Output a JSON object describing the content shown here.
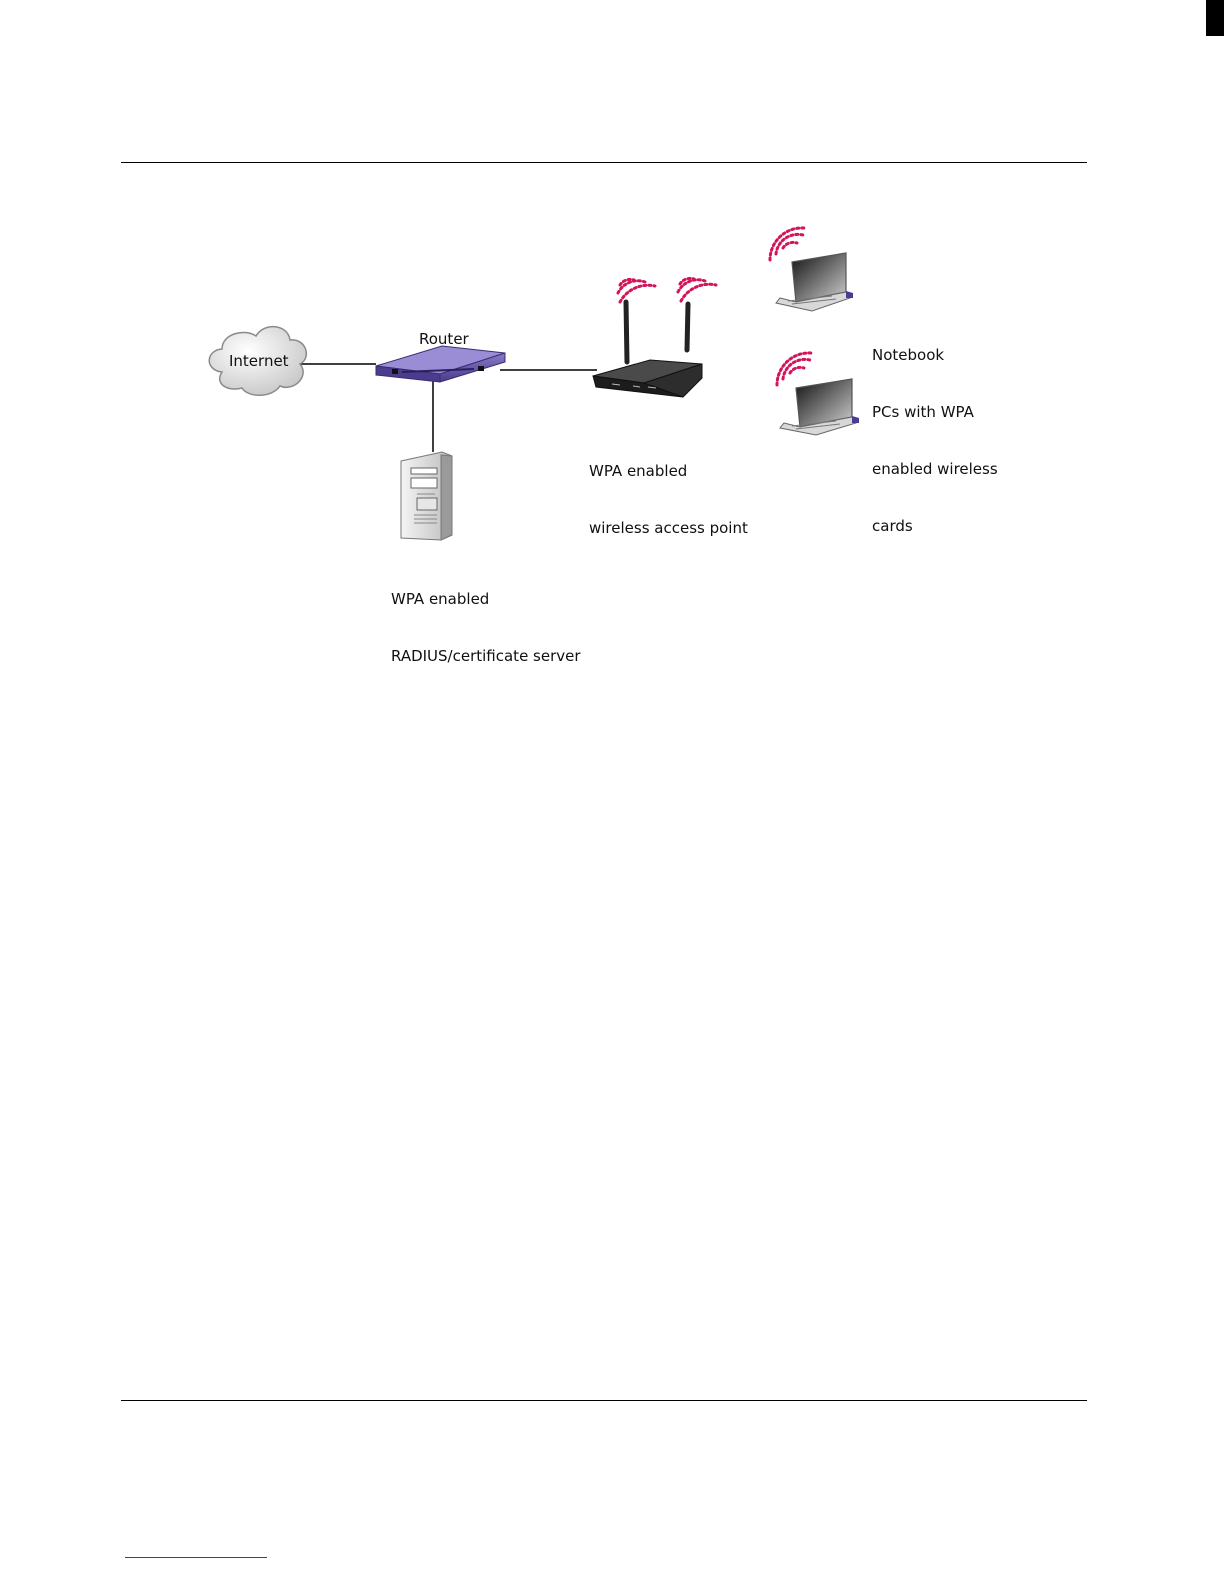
{
  "diagram": {
    "nodes": {
      "internet": {
        "label": "Internet"
      },
      "router": {
        "label": "Router"
      },
      "access_point": {
        "label_lines": [
          "WPA enabled",
          "wireless access point"
        ]
      },
      "server": {
        "label_lines": [
          "WPA enabled",
          "RADIUS/certificate server"
        ]
      },
      "notebooks": {
        "label_lines": [
          "Notebook",
          "PCs with WPA",
          "enabled wireless",
          "cards"
        ]
      }
    },
    "edges": [
      {
        "from": "internet",
        "to": "router"
      },
      {
        "from": "router",
        "to": "access_point"
      },
      {
        "from": "router",
        "to": "server"
      }
    ],
    "colors": {
      "router": "#5b4a9c",
      "signal": "#d4145a",
      "access_point": "#2a2a2a",
      "cloud": "#cfcfcf"
    }
  }
}
